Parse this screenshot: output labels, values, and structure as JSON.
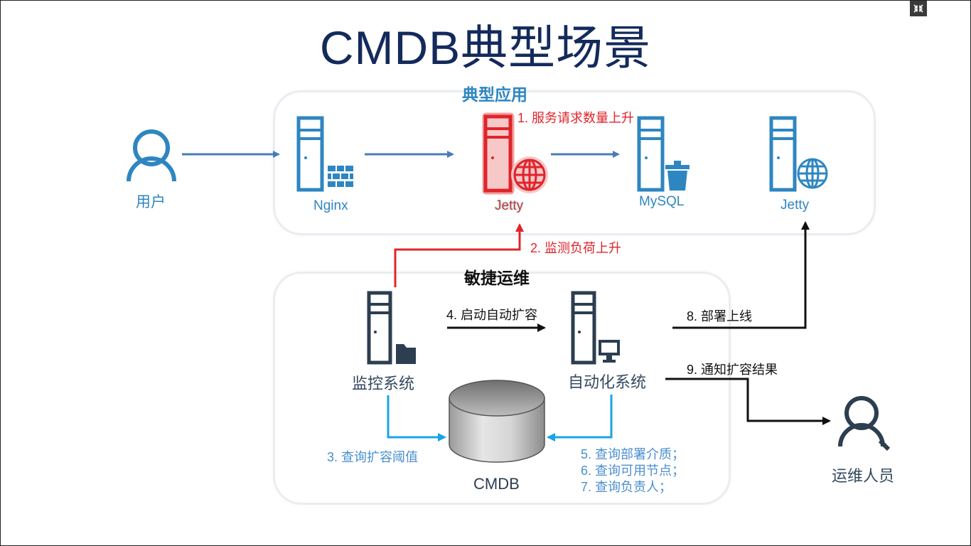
{
  "title": "CMDB典型场景",
  "groups": {
    "typical_app": "典型应用",
    "agile_ops": "敏捷运维"
  },
  "nodes": {
    "user": "用户",
    "nginx": "Nginx",
    "jetty_main": "Jetty",
    "mysql": "MySQL",
    "jetty_new": "Jetty",
    "monitor": "监控系统",
    "automation": "自动化系统",
    "cmdb": "CMDB",
    "ops": "运维人员"
  },
  "steps": {
    "s1": "1. 服务请求数量上升",
    "s2": "2. 监测负荷上升",
    "s3": "3. 查询扩容阈值",
    "s4": "4. 启动自动扩容",
    "s5": "5. 查询部署介质；",
    "s6": "6. 查询可用节点；",
    "s7": "7. 查询负责人；",
    "s8": "8. 部署上线",
    "s9": "9. 通知扩容结果"
  },
  "colors": {
    "title": "#142a5c",
    "server_blue": "#2e86c1",
    "server_red": "#e0242a",
    "server_dark": "#2c3e50",
    "flow_arrow": "#4a7bb7",
    "cmdb_arrow": "#1aa3e8",
    "alert_arrow": "#e0242a",
    "label_red": "#e0242a",
    "label_blue": "#4b8fcf"
  },
  "icons": [
    "user-icon",
    "server-firewall-icon",
    "server-globe-icon",
    "server-database-trash-icon",
    "server-folder-icon",
    "server-monitor-icon",
    "database-cylinder-icon",
    "operator-icon",
    "exit-fullscreen-icon"
  ]
}
